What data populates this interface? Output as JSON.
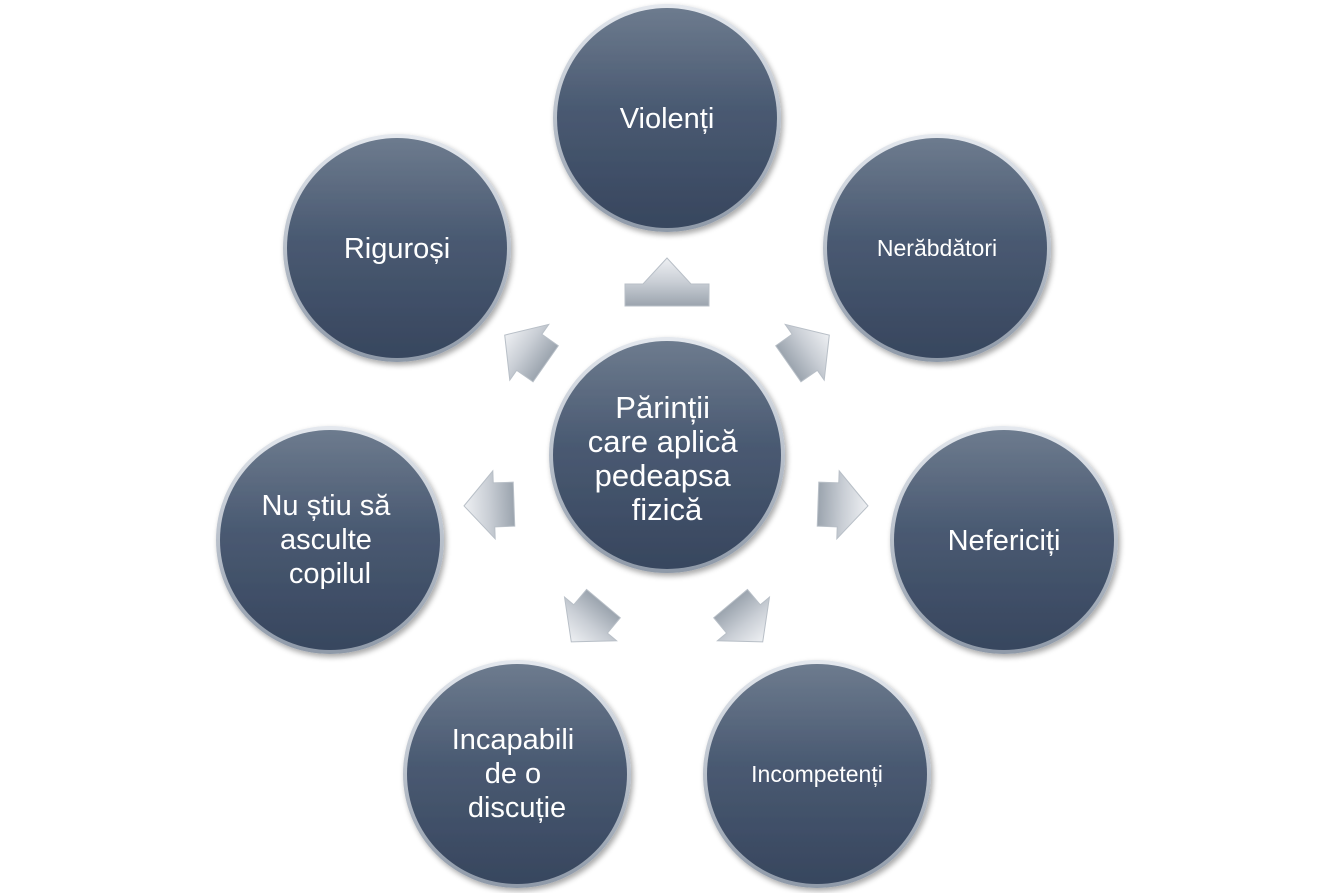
{
  "center": {
    "lines": [
      "Părinții",
      "care aplică",
      "pedeapsa",
      "fizică"
    ]
  },
  "nodes": [
    {
      "id": "violenti",
      "lines": [
        "Violenți"
      ]
    },
    {
      "id": "nerabdatori",
      "lines": [
        "Nerăbdători"
      ]
    },
    {
      "id": "nefericiti",
      "lines": [
        "Nefericiți"
      ]
    },
    {
      "id": "incompetenti",
      "lines": [
        "Incompetenți"
      ]
    },
    {
      "id": "incapabili",
      "lines": [
        "Incapabili",
        "de o",
        "discuție"
      ]
    },
    {
      "id": "nu-stiu",
      "lines": [
        "Nu știu să",
        "asculte",
        "copilul"
      ]
    },
    {
      "id": "rigurosi",
      "lines": [
        "Riguroși"
      ]
    }
  ],
  "colors": {
    "node_top": "#6d7b8e",
    "node_bottom": "#3a4a63",
    "node_rim": "#c9d0da",
    "arrow_light": "#e8ebef",
    "arrow_dark": "#9aa3ad",
    "text": "#ffffff"
  }
}
